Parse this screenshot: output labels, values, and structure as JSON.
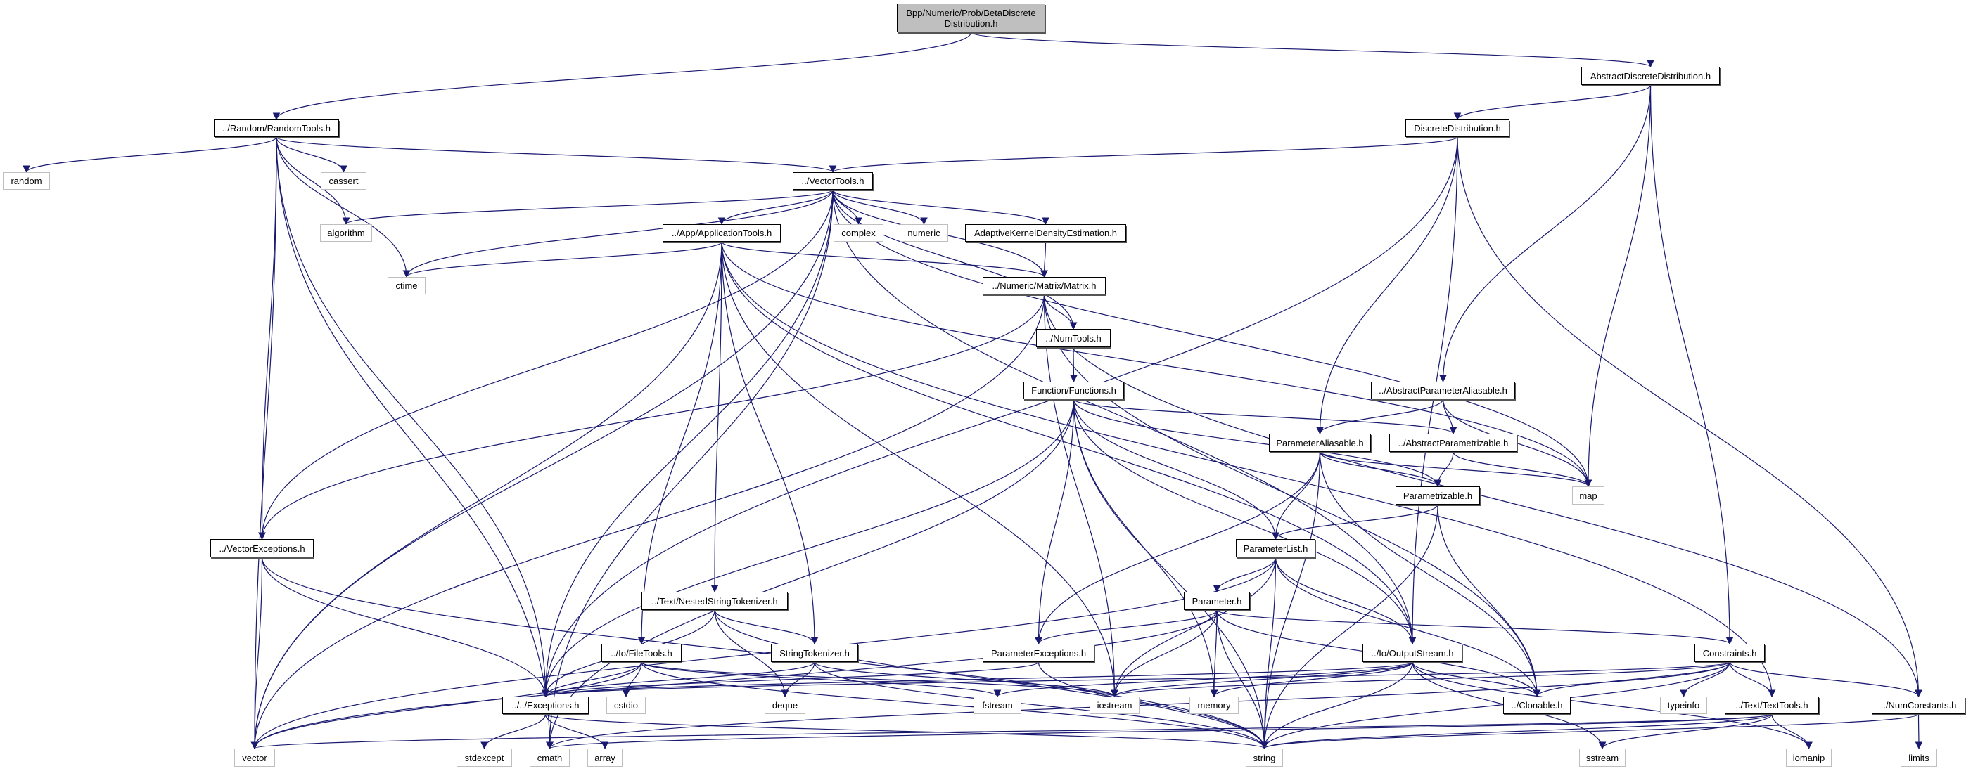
{
  "colors": {
    "edge": "#191970",
    "root_fill": "#bfbfbf",
    "system_border": "#bfbfbf",
    "file_border": "#000000"
  },
  "nodes": [
    {
      "id": "root",
      "label": "Bpp/Numeric/Prob/BetaDiscrete\nDistribution.h",
      "kind": "root"
    },
    {
      "id": "add",
      "label": "AbstractDiscreteDistribution.h",
      "kind": "file"
    },
    {
      "id": "rt",
      "label": "../Random/RandomTools.h",
      "kind": "file"
    },
    {
      "id": "dd",
      "label": "DiscreteDistribution.h",
      "kind": "file"
    },
    {
      "id": "random",
      "label": "random",
      "kind": "system"
    },
    {
      "id": "cassert",
      "label": "cassert",
      "kind": "system"
    },
    {
      "id": "vt",
      "label": "../VectorTools.h",
      "kind": "file"
    },
    {
      "id": "algorithm",
      "label": "algorithm",
      "kind": "system"
    },
    {
      "id": "at",
      "label": "../App/ApplicationTools.h",
      "kind": "file"
    },
    {
      "id": "complex",
      "label": "complex",
      "kind": "system"
    },
    {
      "id": "numeric",
      "label": "numeric",
      "kind": "system"
    },
    {
      "id": "akde",
      "label": "AdaptiveKernelDensityEstimation.h",
      "kind": "file"
    },
    {
      "id": "ctime",
      "label": "ctime",
      "kind": "system"
    },
    {
      "id": "matrix",
      "label": "../Numeric/Matrix/Matrix.h",
      "kind": "file"
    },
    {
      "id": "numtools",
      "label": "../NumTools.h",
      "kind": "file"
    },
    {
      "id": "functions",
      "label": "Function/Functions.h",
      "kind": "file"
    },
    {
      "id": "apa",
      "label": "../AbstractParameterAliasable.h",
      "kind": "file"
    },
    {
      "id": "pa",
      "label": "ParameterAliasable.h",
      "kind": "file"
    },
    {
      "id": "ap",
      "label": "../AbstractParametrizable.h",
      "kind": "file"
    },
    {
      "id": "map",
      "label": "map",
      "kind": "system"
    },
    {
      "id": "parametrizable",
      "label": "Parametrizable.h",
      "kind": "file"
    },
    {
      "id": "ve",
      "label": "../VectorExceptions.h",
      "kind": "file"
    },
    {
      "id": "pl",
      "label": "ParameterList.h",
      "kind": "file"
    },
    {
      "id": "nst",
      "label": "../Text/NestedStringTokenizer.h",
      "kind": "file"
    },
    {
      "id": "parameter",
      "label": "Parameter.h",
      "kind": "file"
    },
    {
      "id": "filetools",
      "label": "../Io/FileTools.h",
      "kind": "file"
    },
    {
      "id": "st",
      "label": "StringTokenizer.h",
      "kind": "file"
    },
    {
      "id": "pe",
      "label": "ParameterExceptions.h",
      "kind": "file"
    },
    {
      "id": "os",
      "label": "../Io/OutputStream.h",
      "kind": "file"
    },
    {
      "id": "constraints",
      "label": "Constraints.h",
      "kind": "file"
    },
    {
      "id": "exceptions",
      "label": "../../Exceptions.h",
      "kind": "file"
    },
    {
      "id": "cstdio",
      "label": "cstdio",
      "kind": "system"
    },
    {
      "id": "deque",
      "label": "deque",
      "kind": "system"
    },
    {
      "id": "fstream",
      "label": "fstream",
      "kind": "system"
    },
    {
      "id": "iostream",
      "label": "iostream",
      "kind": "system"
    },
    {
      "id": "memory",
      "label": "memory",
      "kind": "system"
    },
    {
      "id": "clonable",
      "label": "../Clonable.h",
      "kind": "file"
    },
    {
      "id": "typeinfo",
      "label": "typeinfo",
      "kind": "system"
    },
    {
      "id": "texttools",
      "label": "../Text/TextTools.h",
      "kind": "file"
    },
    {
      "id": "numconstants",
      "label": "../NumConstants.h",
      "kind": "file"
    },
    {
      "id": "vector",
      "label": "vector",
      "kind": "system"
    },
    {
      "id": "stdexcept",
      "label": "stdexcept",
      "kind": "system"
    },
    {
      "id": "cmath",
      "label": "cmath",
      "kind": "system"
    },
    {
      "id": "array",
      "label": "array",
      "kind": "system"
    },
    {
      "id": "string",
      "label": "string",
      "kind": "system"
    },
    {
      "id": "sstream",
      "label": "sstream",
      "kind": "system"
    },
    {
      "id": "iomanip",
      "label": "iomanip",
      "kind": "system"
    },
    {
      "id": "limits",
      "label": "limits",
      "kind": "system"
    }
  ],
  "edges": [
    [
      "root",
      "rt"
    ],
    [
      "root",
      "add"
    ],
    [
      "add",
      "dd"
    ],
    [
      "add",
      "apa"
    ],
    [
      "add",
      "map"
    ],
    [
      "add",
      "constraints"
    ],
    [
      "dd",
      "vt"
    ],
    [
      "dd",
      "exceptions"
    ],
    [
      "dd",
      "pa"
    ],
    [
      "dd",
      "os"
    ],
    [
      "dd",
      "numconstants"
    ],
    [
      "rt",
      "random"
    ],
    [
      "rt",
      "cassert"
    ],
    [
      "rt",
      "algorithm"
    ],
    [
      "rt",
      "ctime"
    ],
    [
      "rt",
      "vt"
    ],
    [
      "rt",
      "ve"
    ],
    [
      "rt",
      "exceptions"
    ],
    [
      "rt",
      "vector"
    ],
    [
      "rt",
      "cmath"
    ],
    [
      "vt",
      "algorithm"
    ],
    [
      "vt",
      "at"
    ],
    [
      "vt",
      "complex"
    ],
    [
      "vt",
      "numeric"
    ],
    [
      "vt",
      "akde"
    ],
    [
      "vt",
      "matrix"
    ],
    [
      "vt",
      "numtools"
    ],
    [
      "vt",
      "map"
    ],
    [
      "vt",
      "vector"
    ],
    [
      "vt",
      "ve"
    ],
    [
      "vt",
      "cmath"
    ],
    [
      "vt",
      "exceptions"
    ],
    [
      "vt",
      "os"
    ],
    [
      "vt",
      "ctime"
    ],
    [
      "at",
      "ctime"
    ],
    [
      "at",
      "matrix"
    ],
    [
      "at",
      "texttools"
    ],
    [
      "at",
      "vector"
    ],
    [
      "at",
      "filetools"
    ],
    [
      "at",
      "nst"
    ],
    [
      "at",
      "st"
    ],
    [
      "at",
      "iostream"
    ],
    [
      "at",
      "os"
    ],
    [
      "at",
      "map"
    ],
    [
      "akde",
      "matrix"
    ],
    [
      "matrix",
      "numtools"
    ],
    [
      "matrix",
      "ve"
    ],
    [
      "matrix",
      "vector"
    ],
    [
      "matrix",
      "iostream"
    ],
    [
      "matrix",
      "numconstants"
    ],
    [
      "matrix",
      "clonable"
    ],
    [
      "numtools",
      "functions"
    ],
    [
      "functions",
      "ap"
    ],
    [
      "functions",
      "pl"
    ],
    [
      "functions",
      "parametrizable"
    ],
    [
      "functions",
      "pe"
    ],
    [
      "functions",
      "memory"
    ],
    [
      "functions",
      "cmath"
    ],
    [
      "functions",
      "exceptions"
    ],
    [
      "functions",
      "os"
    ],
    [
      "functions",
      "string"
    ],
    [
      "apa",
      "pa"
    ],
    [
      "apa",
      "ap"
    ],
    [
      "apa",
      "map"
    ],
    [
      "pa",
      "pl"
    ],
    [
      "pa",
      "parametrizable"
    ],
    [
      "pa",
      "pe"
    ],
    [
      "pa",
      "map"
    ],
    [
      "pa",
      "clonable"
    ],
    [
      "pa",
      "string"
    ],
    [
      "ap",
      "parametrizable"
    ],
    [
      "ap",
      "map"
    ],
    [
      "parametrizable",
      "pl"
    ],
    [
      "parametrizable",
      "clonable"
    ],
    [
      "parametrizable",
      "string"
    ],
    [
      "pl",
      "parameter"
    ],
    [
      "pl",
      "vector"
    ],
    [
      "pl",
      "iostream"
    ],
    [
      "pl",
      "string"
    ],
    [
      "pl",
      "os"
    ],
    [
      "pl",
      "clonable"
    ],
    [
      "parameter",
      "pe"
    ],
    [
      "parameter",
      "constraints"
    ],
    [
      "parameter",
      "vector"
    ],
    [
      "parameter",
      "iostream"
    ],
    [
      "parameter",
      "memory"
    ],
    [
      "parameter",
      "string"
    ],
    [
      "parameter",
      "clonable"
    ],
    [
      "ve",
      "vector"
    ],
    [
      "ve",
      "exceptions"
    ],
    [
      "ve",
      "string"
    ],
    [
      "nst",
      "st"
    ],
    [
      "nst",
      "deque"
    ],
    [
      "nst",
      "exceptions"
    ],
    [
      "nst",
      "string"
    ],
    [
      "filetools",
      "cstdio"
    ],
    [
      "filetools",
      "vector"
    ],
    [
      "filetools",
      "exceptions"
    ],
    [
      "filetools",
      "fstream"
    ],
    [
      "filetools",
      "iostream"
    ],
    [
      "filetools",
      "string"
    ],
    [
      "st",
      "deque"
    ],
    [
      "st",
      "exceptions"
    ],
    [
      "st",
      "iostream"
    ],
    [
      "st",
      "string"
    ],
    [
      "pe",
      "exceptions"
    ],
    [
      "pe",
      "string"
    ],
    [
      "os",
      "iostream"
    ],
    [
      "os",
      "clonable"
    ],
    [
      "os",
      "string"
    ],
    [
      "os",
      "fstream"
    ],
    [
      "os",
      "memory"
    ],
    [
      "os",
      "sstream"
    ],
    [
      "os",
      "iomanip"
    ],
    [
      "os",
      "exceptions"
    ],
    [
      "constraints",
      "texttools"
    ],
    [
      "constraints",
      "numconstants"
    ],
    [
      "constraints",
      "typeinfo"
    ],
    [
      "constraints",
      "clonable"
    ],
    [
      "constraints",
      "string"
    ],
    [
      "constraints",
      "iostream"
    ],
    [
      "constraints",
      "exceptions"
    ],
    [
      "constraints",
      "cmath"
    ],
    [
      "exceptions",
      "stdexcept"
    ],
    [
      "exceptions",
      "array"
    ],
    [
      "exceptions",
      "string"
    ],
    [
      "texttools",
      "string"
    ],
    [
      "texttools",
      "sstream"
    ],
    [
      "texttools",
      "iomanip"
    ],
    [
      "texttools",
      "vector"
    ],
    [
      "texttools",
      "cmath"
    ],
    [
      "numconstants",
      "limits"
    ],
    [
      "numconstants",
      "string"
    ]
  ]
}
